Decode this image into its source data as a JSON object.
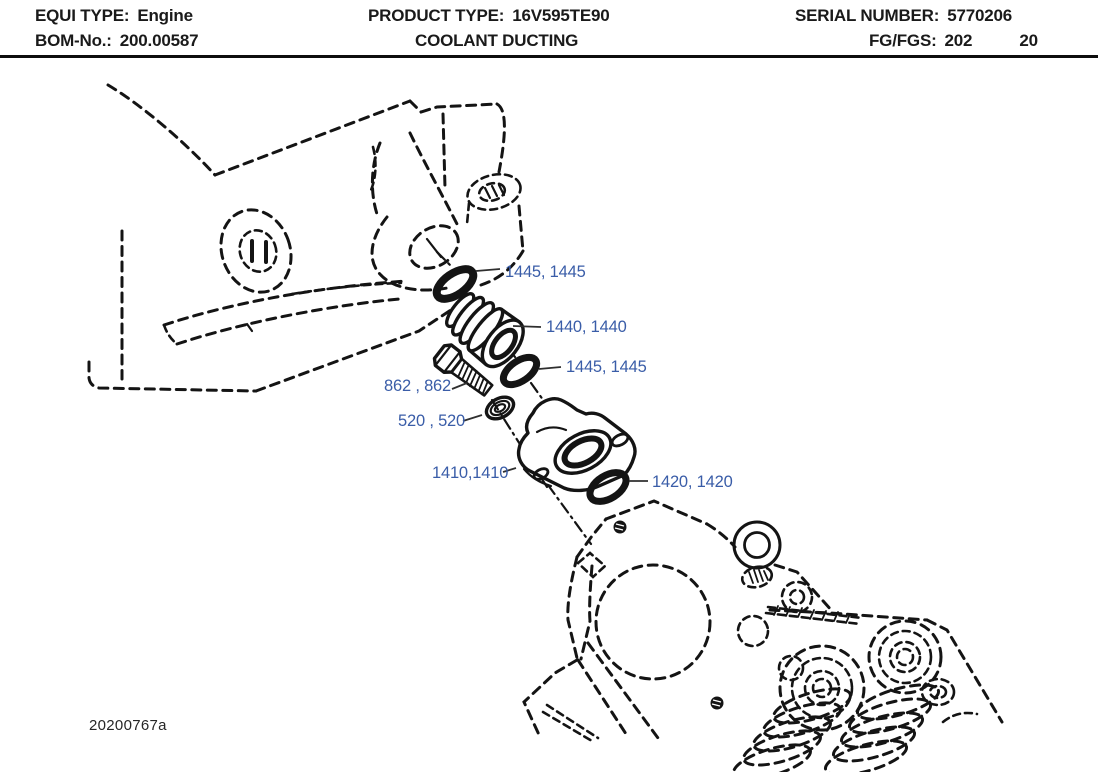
{
  "header": {
    "equi_label": "EQUI TYPE:",
    "equi_value": "Engine",
    "product_label": "PRODUCT TYPE:",
    "product_value": "16V595TE90",
    "serial_label": "SERIAL NUMBER:",
    "serial_value": "5770206",
    "bom_label": "BOM-No.:",
    "bom_value": "200.00587",
    "section_title": "COOLANT DUCTING",
    "fg_label": "FG/FGS:",
    "fg_value": "202",
    "fg_page": "20"
  },
  "diagram": {
    "figure_code": "20200767a",
    "callout_color": "#3a5da8",
    "line_color": "#141414",
    "callouts": [
      {
        "id": "1445-upper",
        "part_no": "1445",
        "text": "1445, 1445"
      },
      {
        "id": "1440",
        "part_no": "1440",
        "text": "1440, 1440"
      },
      {
        "id": "1445-lower",
        "part_no": "1445",
        "text": "1445, 1445"
      },
      {
        "id": "862",
        "part_no": "862",
        "text": "862 , 862"
      },
      {
        "id": "520",
        "part_no": "520",
        "text": "520 , 520"
      },
      {
        "id": "1410",
        "part_no": "1410",
        "text": "1410,1410"
      },
      {
        "id": "1420",
        "part_no": "1420",
        "text": "1420, 1420"
      }
    ]
  }
}
